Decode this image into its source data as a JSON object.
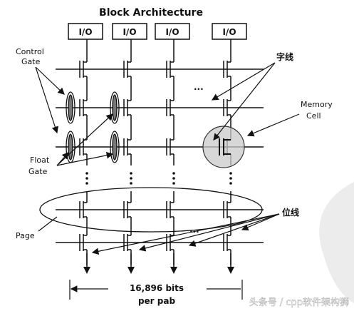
{
  "diagram": {
    "title": "Block Architecture",
    "io_label": "I/O",
    "ellipsis": "...",
    "labels": {
      "control_gate_line1": "Control",
      "control_gate_line2": "Gate",
      "float_gate_line1": "Float",
      "float_gate_line2": "Gate",
      "page": "Page",
      "memory_cell_line1": "Memory",
      "memory_cell_line2": "Cell",
      "wordline_cn": "字线",
      "bitline_cn": "位线",
      "bits_line1": "16,896 bits",
      "bits_line2": "per pab"
    },
    "watermark": "头条号 / cpp软件架构狮"
  }
}
